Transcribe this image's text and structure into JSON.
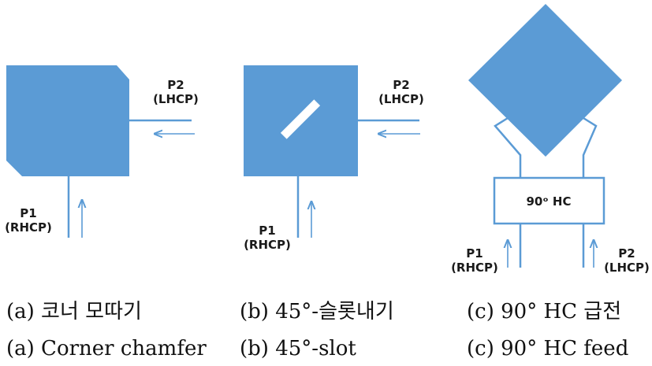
{
  "colors": {
    "patch": "#5b9bd5",
    "line": "#5b9bd5",
    "slot": "#ffffff"
  },
  "diagram_a": {
    "port1": {
      "name": "P1",
      "pol": "(RHCP)"
    },
    "port2": {
      "name": "P2",
      "pol": "(LHCP)"
    }
  },
  "diagram_b": {
    "port1": {
      "name": "P1",
      "pol": "(RHCP)"
    },
    "port2": {
      "name": "P2",
      "pol": "(LHCP)"
    }
  },
  "diagram_c": {
    "hybrid_label": "90ᵒ HC",
    "port1": {
      "name": "P1",
      "pol": "(RHCP)"
    },
    "port2": {
      "name": "P2",
      "pol": "(LHCP)"
    }
  },
  "captions_ko": {
    "a": "(a) 코너 모따기",
    "b": "(b) 45°-슬롯내기",
    "c": "(c) 90° HC 급전"
  },
  "captions_en": {
    "a": "(a) Corner chamfer",
    "b": "(b) 45°-slot",
    "c": "(c) 90° HC feed"
  }
}
